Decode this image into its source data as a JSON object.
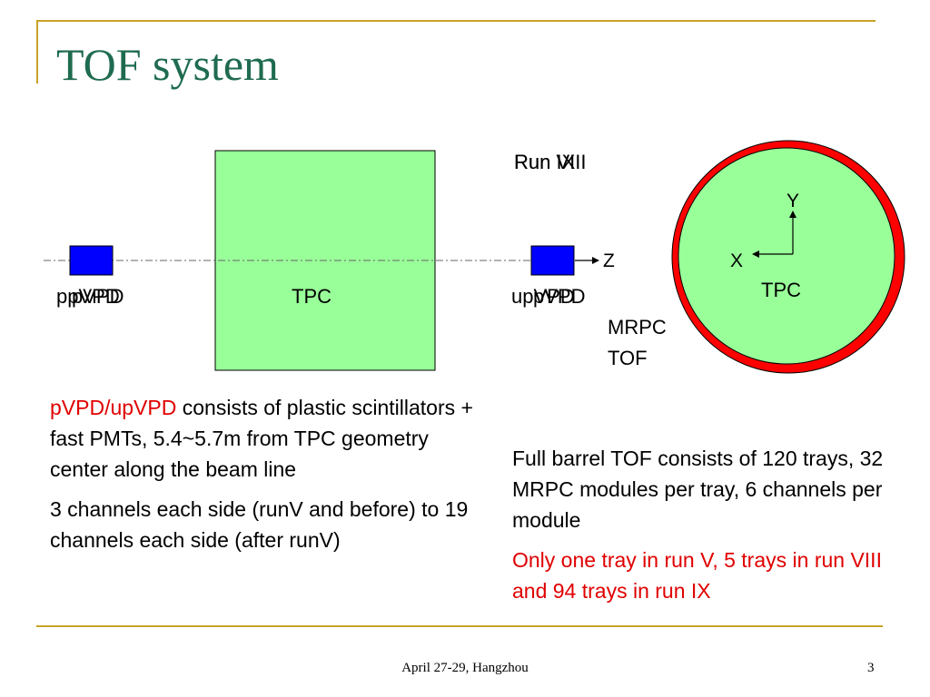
{
  "title": "TOF system",
  "diagram": {
    "west_vpd": "ppVPD",
    "west_vpd_overlay": "pVPD",
    "tpc_side": "TPC",
    "east_vpd": "upVPD",
    "east_vpd_overlay": "pVPD",
    "z_axis": "Z",
    "run_label": "Run VIII",
    "run_label_overlay": "Run IX",
    "y_axis": "Y",
    "x_axis": "X",
    "tpc_end": "TPC",
    "mrpc_line1": "MRPC",
    "mrpc_line2": "TOF"
  },
  "left_text": {
    "p1_highlight": "pVPD/upVPD",
    "p1_rest": " consists of plastic scintillators + fast PMTs, 5.4~5.7m from TPC geometry center along the beam line",
    "p2": "3 channels each side (runV and before) to 19 channels each side (after runV)"
  },
  "right_text": {
    "p1": "Full barrel TOF consists of 120 trays, 32 MRPC modules per tray, 6 channels per module",
    "p2": "Only one tray in run V, 5 trays in run VIII and 94 trays in run IX"
  },
  "footer": {
    "date": "April 27-29, Hangzhou",
    "page": "3"
  },
  "colors": {
    "title": "#1f6b4f",
    "accent_line": "#c9a227",
    "tpc_fill": "#99ff99",
    "vpd_fill": "#0000ff",
    "tof_ring": "#ff0000",
    "highlight_text": "#e00000"
  }
}
